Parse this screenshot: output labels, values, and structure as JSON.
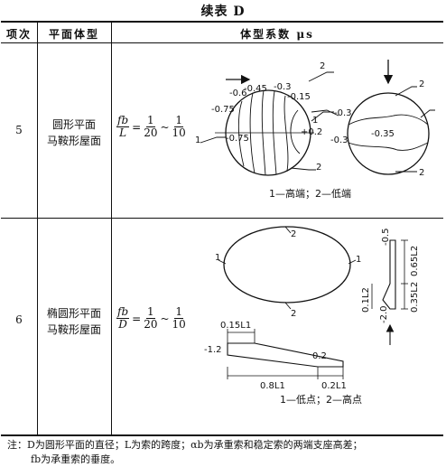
{
  "title": "续表 D",
  "header": {
    "item_col": "项次",
    "shape_col": "平面体型",
    "coef_col": "体型系数 μs"
  },
  "rows": [
    {
      "number": "5",
      "shape_line1": "圆形平面",
      "shape_line2": "马鞍形屋面",
      "ratio": {
        "num": "fb",
        "den": "L",
        "a_num": "1",
        "a_den": "20",
        "dash": "~",
        "b_num": "1",
        "b_den": "10"
      },
      "diagram_labels": {
        "c1": "-0.45",
        "c2": "-0.3",
        "c3": "-0.6",
        "c4": "-0.15",
        "c5": "-0.75",
        "c6": "-0.75",
        "c7": "+0.2",
        "c8": "-0.3",
        "c9": "-0.35",
        "c10": "-0.3",
        "mark1a": "1",
        "mark1b": "1",
        "mark2a": "2",
        "mark2b": "2",
        "mark2c": "2",
        "mark2d": "2"
      },
      "legend": "1—高端；2—低端"
    },
    {
      "number": "6",
      "shape_line1": "椭圆形平面",
      "shape_line2": "马鞍形屋面",
      "ratio": {
        "num": "fb",
        "den": "D",
        "a_num": "1",
        "a_den": "20",
        "dash": "~",
        "b_num": "1",
        "b_den": "10"
      },
      "diagram_labels": {
        "top2": "2",
        "bot2": "2",
        "left1": "1",
        "right1": "1",
        "dim015": "0.15L1",
        "val_left": "-1.2",
        "val_right": "0.2",
        "dim08": "0.8L1",
        "dim02": "0.2L1",
        "v_top": "-0.5",
        "v_bottom": "-2.0",
        "v_065": "0.65L2",
        "v_035": "0.35L2",
        "v_01": "0.1L2"
      },
      "legend": "1—低点；2—高点"
    }
  ],
  "note_line1": "注：D为圆形平面的直径；L为索的跨度；αb为承重索和稳定索的两端支座高差；",
  "note_line2": "fb为承重索的垂度。"
}
